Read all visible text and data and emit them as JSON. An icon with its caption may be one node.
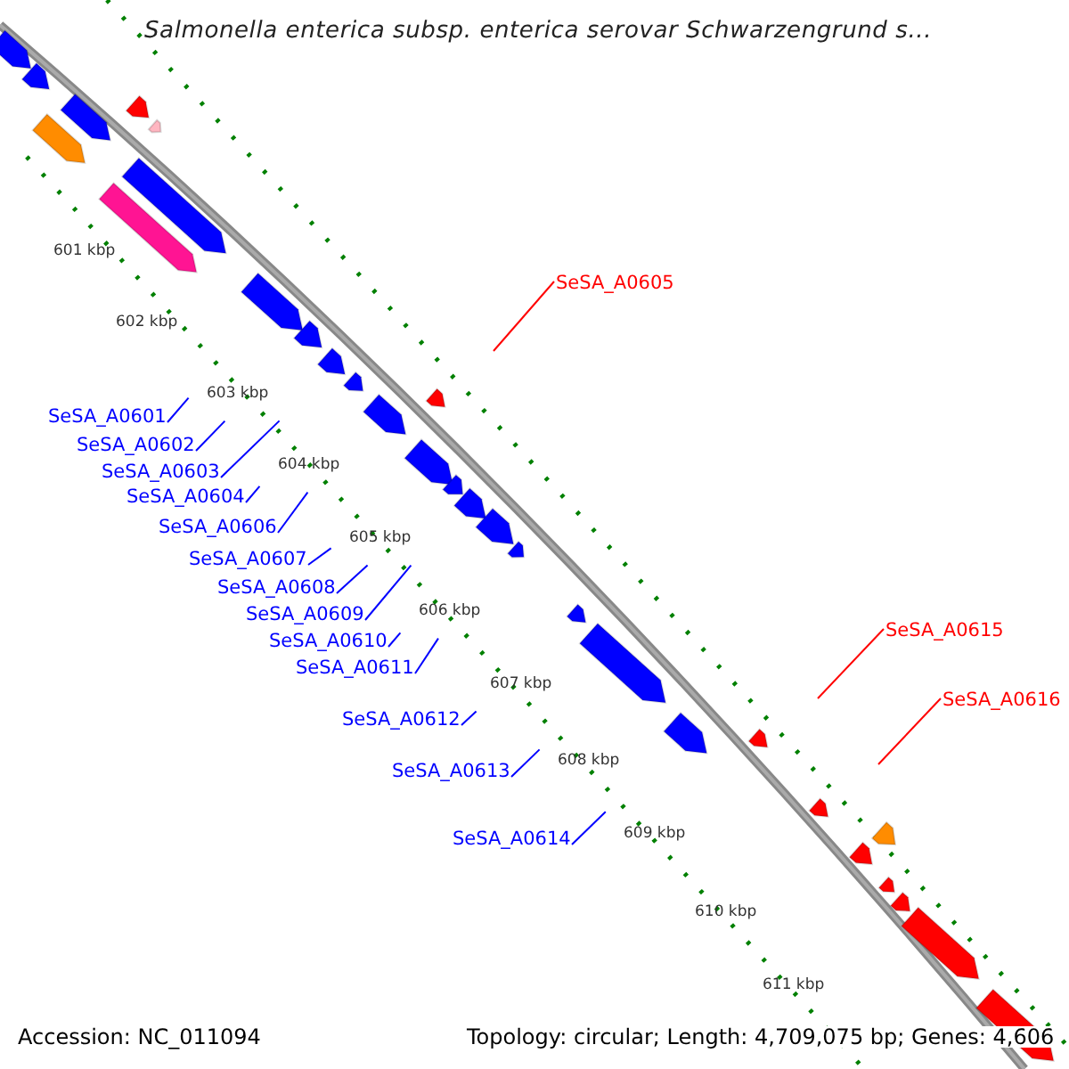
{
  "diagram": {
    "title": "Salmonella enterica subsp. enterica serovar Schwarzengrund s...",
    "nodes": [
      {
        "text": [
          "SeSA_A0605"
        ]
      },
      {
        "text": [
          "SeSA_A0601"
        ]
      },
      {
        "text": [
          "SeSA_A0602"
        ]
      },
      {
        "text": [
          "SeSA_A0603"
        ]
      },
      {
        "text": [
          "SeSA_A0604"
        ]
      },
      {
        "text": [
          "SeSA_A0606"
        ]
      },
      {
        "text": [
          "SeSA_A0607"
        ]
      },
      {
        "text": [
          "SeSA_A0608"
        ]
      },
      {
        "text": [
          "SeSA_A0609"
        ]
      },
      {
        "text": [
          "SeSA_A0610"
        ]
      },
      {
        "text": [
          "SeSA_A0611"
        ]
      },
      {
        "text": [
          "SeSA_A0615"
        ]
      },
      {
        "text": [
          "SeSA_A0616"
        ]
      },
      {
        "text": [
          "SeSA_A0612"
        ]
      },
      {
        "text": [
          "SeSA_A0613"
        ]
      },
      {
        "text": [
          "SeSA_A0614"
        ]
      }
    ],
    "edges": [
      {
        "from": 0,
        "to": null,
        "arrow": "none",
        "color": "#ff0000"
      },
      {
        "from": 1,
        "to": null,
        "arrow": "none"
      },
      {
        "from": 2,
        "to": null,
        "arrow": "none"
      },
      {
        "from": 3,
        "to": null,
        "arrow": "none"
      },
      {
        "from": 4,
        "to": null,
        "arrow": "none"
      },
      {
        "from": 5,
        "to": null,
        "arrow": "none"
      },
      {
        "from": 6,
        "to": null,
        "arrow": "none"
      },
      {
        "from": 7,
        "to": null,
        "arrow": "none"
      },
      {
        "from": 8,
        "to": null,
        "arrow": "none"
      },
      {
        "from": 9,
        "to": null,
        "arrow": "none"
      },
      {
        "from": 10,
        "to": null,
        "arrow": "none"
      },
      {
        "from": 11,
        "to": null,
        "arrow": "none",
        "color": "#ff0000"
      },
      {
        "from": 12,
        "to": null,
        "arrow": "none",
        "color": "#ff0000"
      },
      {
        "from": 13,
        "to": null,
        "arrow": "none"
      },
      {
        "from": 14,
        "to": null,
        "arrow": "none"
      },
      {
        "from": 15,
        "to": null,
        "arrow": "none"
      }
    ],
    "labels": [
      "601 kbp",
      "602 kbp",
      "603 kbp",
      "604 kbp",
      "605 kbp",
      "606 kbp",
      "607 kbp",
      "608 kbp",
      "609 kbp",
      "610 kbp",
      "611 kbp",
      "Accession: NC_011094",
      "Topology: circular; Length: 4,709,075 bp; Genes: 4,606"
    ]
  }
}
